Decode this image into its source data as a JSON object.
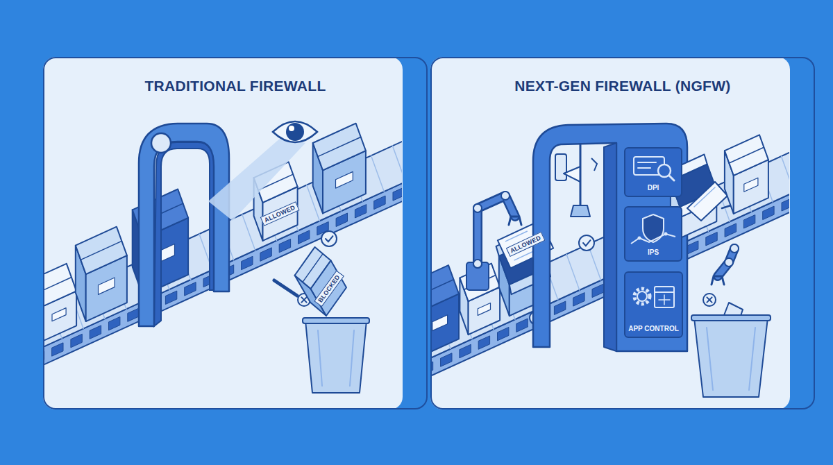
{
  "diagram": {
    "nodes": [
      {
        "text": [
          "TRADITIONAL FIREWALL"
        ]
      },
      {
        "text": [
          "NEXT-GEN FIREWALL (NGFW)"
        ]
      },
      {
        "text": [
          "DPI"
        ],
        "in": 1
      },
      {
        "text": [
          "IPS"
        ],
        "in": 1
      },
      {
        "text": [
          "APP CONTROL"
        ],
        "in": 1
      }
    ],
    "labels": [
      "ALLOWED",
      "BLOCKED",
      "ALLOWED"
    ]
  }
}
